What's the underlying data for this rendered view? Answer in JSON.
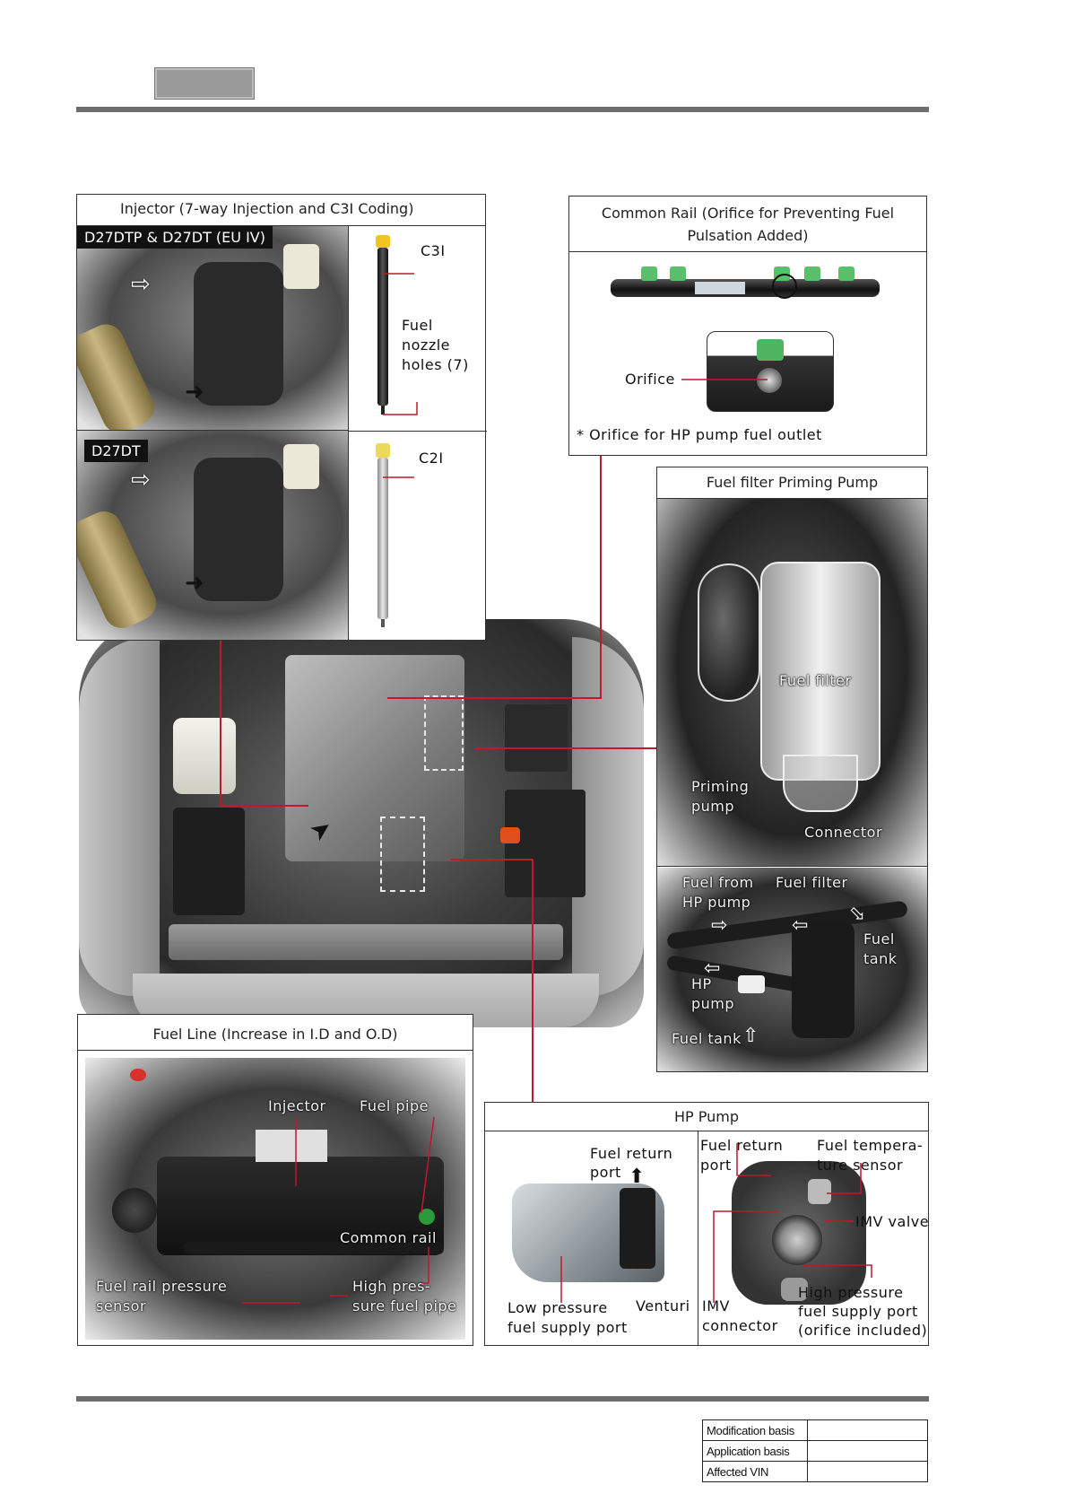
{
  "header": {
    "section_tab": ""
  },
  "injector_panel": {
    "title": "Injector (7-way Injection and C3I Coding)",
    "variant_a_tag": "D27DTP & D27DT (EU IV)",
    "variant_b_tag": "D27DT",
    "c3i_label": "C3I",
    "nozzle_label_1": "Fuel",
    "nozzle_label_2": "nozzle",
    "nozzle_label_3": "holes  (7)",
    "c2i_label": "C2I"
  },
  "common_rail_panel": {
    "title_line1": "Common Rail (Orifice for Preventing Fuel",
    "title_line2": "Pulsation Added)",
    "orifice_label": "Orifice",
    "note": "* Orifice for HP pump fuel outlet"
  },
  "fuel_filter_panel": {
    "title": "Fuel filter Priming Pump",
    "fuel_filter_label": "Fuel filter",
    "priming_label_1": "Priming",
    "priming_label_2": "pump",
    "connector_label": "Connector",
    "fuel_from_1": "Fuel from",
    "fuel_from_2": "HP pump",
    "fuel_filter_label_2": "Fuel filter",
    "fuel_tank_1a": "Fuel",
    "fuel_tank_1b": "tank",
    "hp_pump_1": "HP",
    "hp_pump_2": "pump",
    "fuel_tank_2": "Fuel tank"
  },
  "fuel_line_panel": {
    "title": "Fuel Line (Increase in I.D and O.D)",
    "injector_label": "Injector",
    "fuel_pipe_label": "Fuel pipe",
    "common_rail_label": "Common rail",
    "rail_sensor_1": "Fuel rail pressure",
    "rail_sensor_2": "sensor",
    "hp_pipe_1": "High pres-",
    "hp_pipe_2": "sure fuel pipe"
  },
  "hp_pump_panel": {
    "title": "HP Pump",
    "return_port_1": "Fuel return",
    "return_port_2": "port",
    "low_pressure_1": "Low  pressure",
    "low_pressure_2": "fuel supply port",
    "venturi": "Venturi",
    "return_port_b1": "Fuel return",
    "return_port_b2": "port",
    "temp_sensor_1": "Fuel tempera-",
    "temp_sensor_2": "ture sensor",
    "imv_valve": "IMV valve",
    "imv_connector_1": "IMV",
    "imv_connector_2": "connector",
    "high_pressure_1": "High pressure",
    "high_pressure_2": "fuel supply port",
    "high_pressure_3": "(orifice included)"
  },
  "footer": {
    "rows": [
      {
        "label": "Modification basis",
        "value": ""
      },
      {
        "label": "Application basis",
        "value": ""
      },
      {
        "label": "Affected VIN",
        "value": ""
      }
    ]
  },
  "colors": {
    "callout_line": "#c0182c",
    "rule": "#6d6d6d",
    "tab": "#9a9a9a"
  }
}
